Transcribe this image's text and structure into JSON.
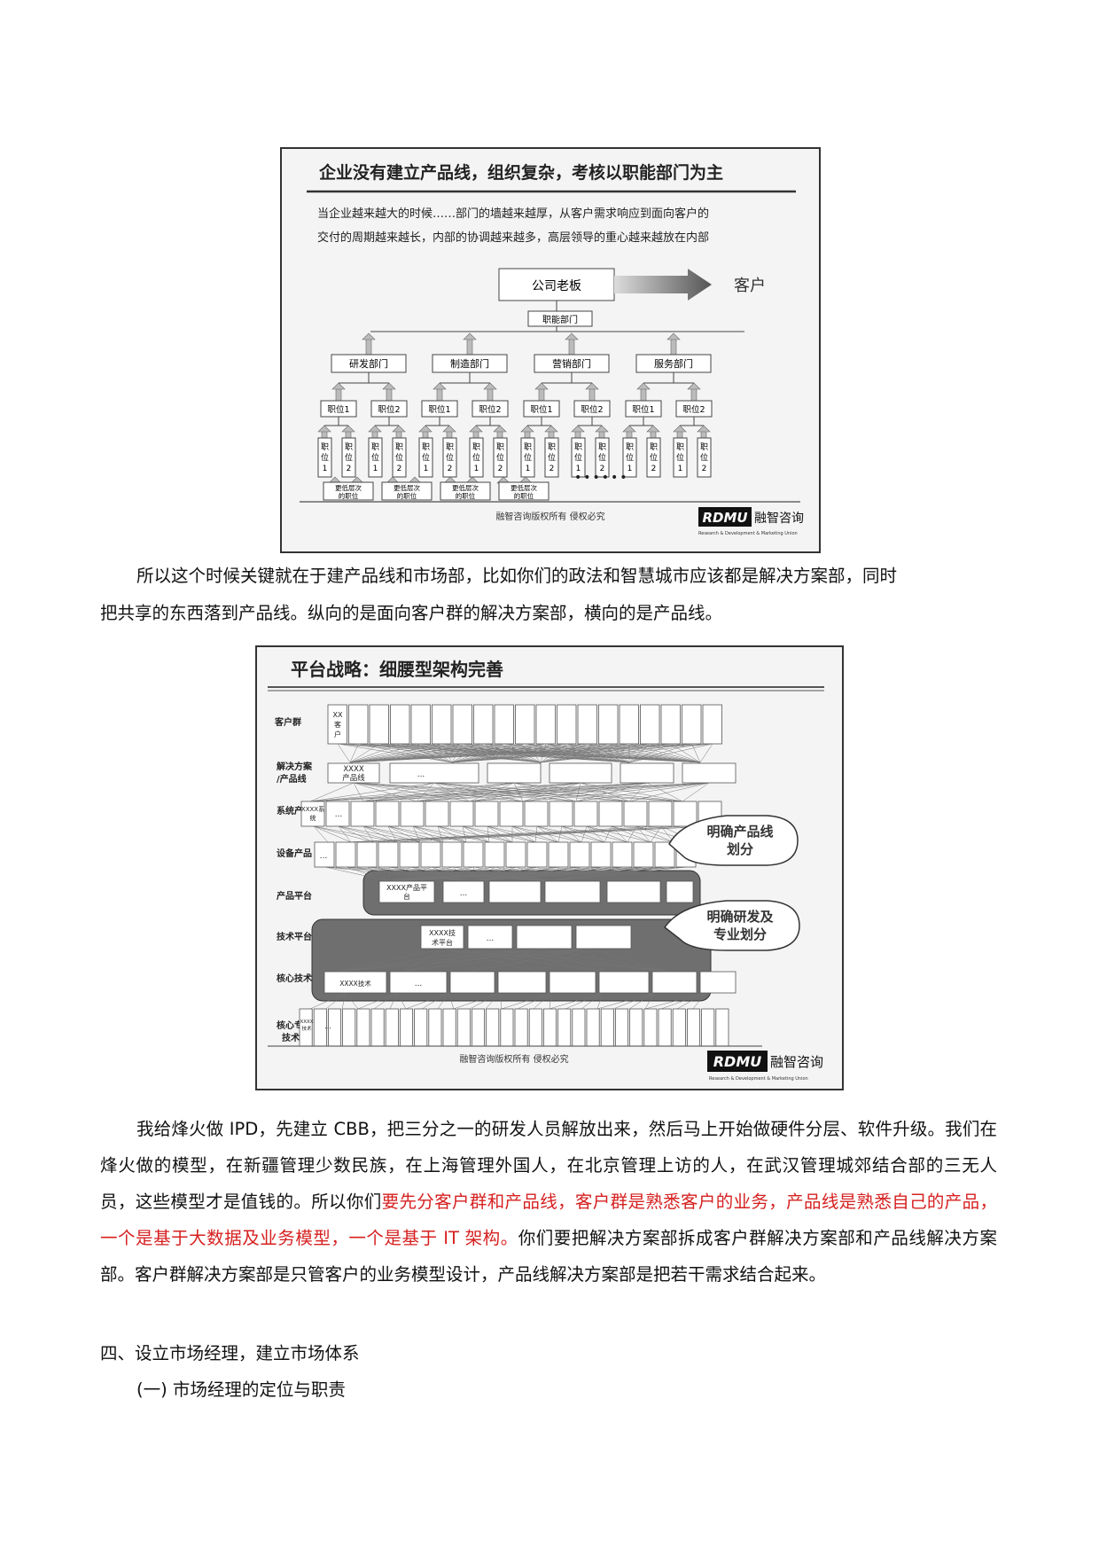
{
  "figure1": {
    "title": "企业没有建立产品线，组织复杂，考核以职能部门为主",
    "desc_line1": "当企业越来越大的时候……部门的墙越来越厚，从客户需求响应到面向客户的",
    "desc_line2": "交付的周期越来越长，内部的协调越来越多，高层领导的重心越来越放在内部",
    "boss": "公司老板",
    "customer": "客户",
    "function_dept": "职能部门",
    "departments": [
      "研发部门",
      "制造部门",
      "营销部门",
      "服务部门"
    ],
    "position1": "职位1",
    "position2": "职位2",
    "sub1": [
      "职",
      "位",
      "1"
    ],
    "sub2": [
      "职",
      "位",
      "2"
    ],
    "lower_pos": [
      "更低层次",
      "的职位"
    ],
    "ellipsis": "••••••",
    "copyright": "融智咨询版权所有  侵权必究",
    "logo": "RDMU",
    "logo_cn": "融智咨询",
    "logo_sub": "Research & Development & Marketing Union"
  },
  "para1": {
    "line1": "所以这个时候关键就在于建产品线和市场部，比如你们的政法和智慧城市应该都是解决方案部，同时",
    "line2": "把共享的东西落到产品线。纵向的是面向客户群的解决方案部，横向的是产品线。"
  },
  "figure2": {
    "title": "平台战略：细腰型架构完善",
    "rows": [
      "客户群",
      "解决方案/产品线",
      "系统产品",
      "设备产品",
      "产品平台",
      "技术平台",
      "核心技术",
      "核心专业技术"
    ],
    "row_label_solution": [
      "解决方案",
      "/产品线"
    ],
    "row_label_core_pro": [
      "核心专业",
      "技术"
    ],
    "xx_customer": [
      "XX",
      "客",
      "户"
    ],
    "xxxx_product_line": [
      "XXXX",
      "产品线"
    ],
    "xxxx_system": [
      "XXXX系",
      "统"
    ],
    "xxxx_product_platform": [
      "XXXX产品平",
      "台"
    ],
    "xxxx_tech_platform": [
      "XXXX技",
      "术平台"
    ],
    "xxxx_tech": "XXXX技术",
    "xxxx_small": [
      "XXXX",
      "技术"
    ],
    "dots": "...",
    "callout1": [
      "明确产品线",
      "划分"
    ],
    "callout2": [
      "明确研发及",
      "专业划分"
    ],
    "copyright": "融智咨询版权所有  侵权必究",
    "logo": "RDMU",
    "logo_cn": "融智咨询",
    "logo_sub": "Research & Development & Marketing Union"
  },
  "para2": {
    "text1": "我给烽火做 IPD，先建立 CBB，把三分之一的研发人员解放出来，然后马上开始做硬件分层、软件升级。我们在烽火做的模型，在新疆管理少数民族，在上海管理外国人，在北京管理上访的人，在武汉管理城郊结合部的三无人员，这些模型才是值钱的。所以你们",
    "red": "要先分客户群和产品线，客户群是熟悉客户的业务，产品线是熟悉自己的产品，一个是基于大数据及业务模型，一个是基于 IT 架构。",
    "text2": "你们要把解决方案部拆成客户群解决方案部和产品线解决方案部。客户群解决方案部是只管客户的业务模型设计，产品线解决方案部是把若干需求结合起来。"
  },
  "heading4": "四、设立市场经理，建立市场体系",
  "subheading1": "(一) 市场经理的定位与职责",
  "colors": {
    "red_text": "#d62020",
    "figure_bg": "#f4f4f4",
    "box_gray": "#6f6f6f"
  }
}
